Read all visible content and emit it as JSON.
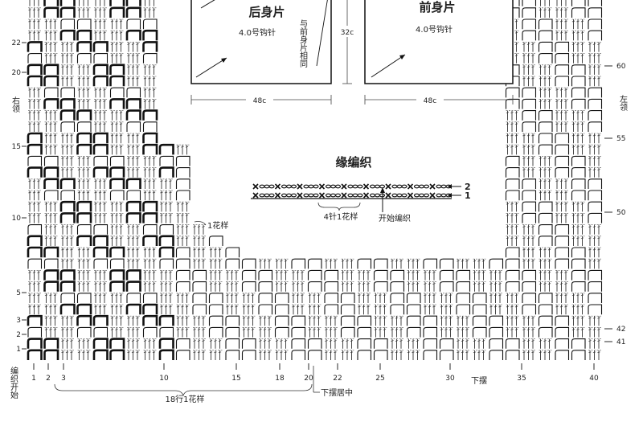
{
  "back_panel": {
    "title": "后身片",
    "hook": "4.0号钩针",
    "width": "48c"
  },
  "front_panel": {
    "title": "前身片",
    "hook": "4.0号钩针",
    "width": "48c"
  },
  "height_label": "32c",
  "same_note": "与前身片相同",
  "edge": {
    "title": "缘编织",
    "repeat_label": "4针1花样",
    "start_label": "开始编织",
    "row_labels": [
      "2",
      "1"
    ]
  },
  "left_side_label": "右领",
  "right_side_label": "左领",
  "repeat_corner_label": "1花样",
  "start_knitting_label": "编织开始",
  "bottom_label": "下摆",
  "bottom_center_label": "下摆居中",
  "repeat_rows_label": "18行1花样",
  "left_row_numbers": [
    "22",
    "20",
    "15",
    "10",
    "5",
    "3",
    "2",
    "1"
  ],
  "right_row_numbers": [
    "60",
    "55",
    "50",
    "42",
    "41"
  ],
  "bottom_stitch_numbers": [
    "1",
    "2",
    "3",
    "10",
    "15",
    "18",
    "20",
    "22",
    "25",
    "30",
    "35",
    "40"
  ]
}
